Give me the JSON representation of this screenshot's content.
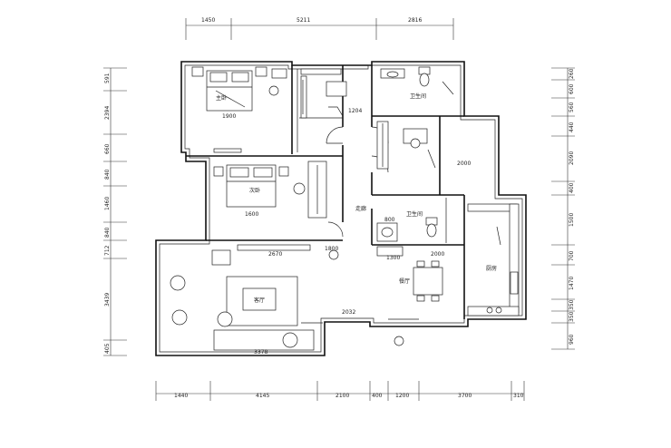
{
  "dims": {
    "top": [
      "1450",
      "5211",
      "2816"
    ],
    "bottom": [
      "1440",
      "4145",
      "2100",
      "400",
      "1200",
      "3700",
      "310"
    ],
    "left": [
      "591",
      "2394",
      "660",
      "840",
      "1460",
      "840",
      "712",
      "3439",
      "405"
    ],
    "right": [
      "260",
      "600",
      "560",
      "440",
      "2090",
      "400",
      "1500",
      "700",
      "1470",
      "350",
      "350",
      "960"
    ]
  },
  "inner_dims": [
    "1900",
    "1204",
    "2000",
    "1600",
    "800",
    "1300",
    "2000",
    "2670",
    "2032",
    "3378",
    "1800"
  ],
  "rooms": [
    "客厅",
    "餐厅",
    "厨房",
    "卫生间",
    "走廊",
    "主卧",
    "次卧"
  ]
}
